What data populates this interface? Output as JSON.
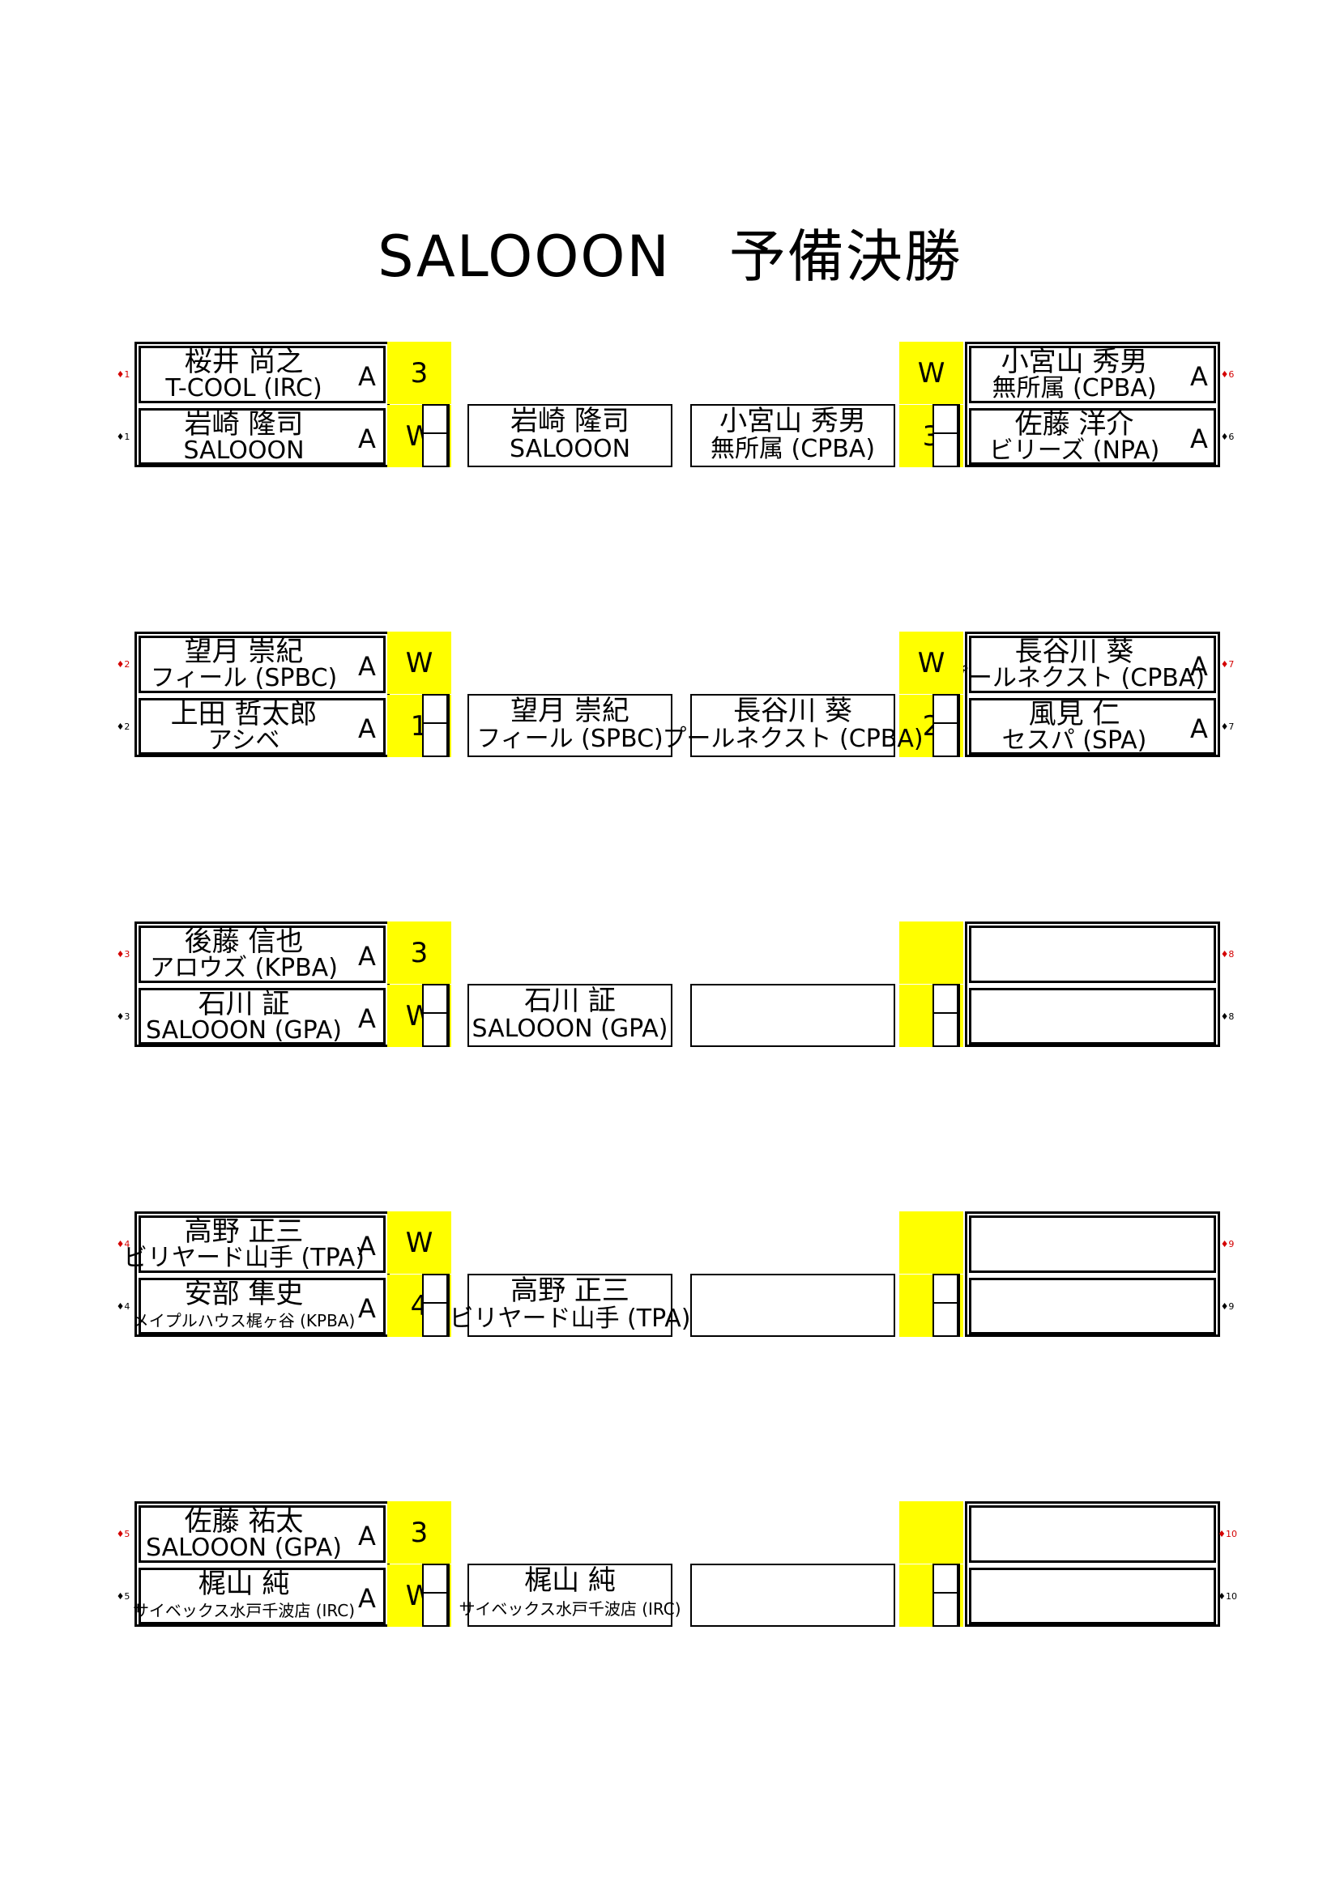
{
  "title": "SALOOON　予備決勝",
  "grade_label": "A",
  "matches": [
    {
      "left": {
        "top": {
          "name": "桜井 尚之",
          "club": "T-COOL (IRC)",
          "score": "3"
        },
        "bottom": {
          "name": "岩崎 隆司",
          "club": "SALOOON",
          "score": "W"
        },
        "winner": {
          "name": "岩崎 隆司",
          "club": "SALOOON"
        },
        "mark_top": "♦1",
        "mark_bottom": "♦1"
      },
      "right": {
        "top": {
          "name": "小宮山 秀男",
          "club": "無所属 (CPBA)",
          "score": "W"
        },
        "bottom": {
          "name": "佐藤 洋介",
          "club": "ビリーズ (NPA)",
          "score": "3"
        },
        "winner": {
          "name": "小宮山 秀男",
          "club": "無所属 (CPBA)"
        },
        "mark_top": "♦6",
        "mark_bottom": "♦6"
      }
    },
    {
      "left": {
        "top": {
          "name": "望月 崇紀",
          "club": "フィール (SPBC)",
          "score": "W"
        },
        "bottom": {
          "name": "上田 哲太郎",
          "club": "アシベ",
          "score": "1"
        },
        "winner": {
          "name": "望月 崇紀",
          "club": "フィール (SPBC)"
        },
        "mark_top": "♦2",
        "mark_bottom": "♦2"
      },
      "right": {
        "top": {
          "name": "長谷川 葵",
          "club": "プールネクスト (CPBA)",
          "score": "W"
        },
        "bottom": {
          "name": "風見 仁",
          "club": "セスパ (SPA)",
          "score": "2"
        },
        "winner": {
          "name": "長谷川 葵",
          "club": "プールネクスト (CPBA)"
        },
        "mark_top": "♦7",
        "mark_bottom": "♦7"
      }
    },
    {
      "left": {
        "top": {
          "name": "後藤 信也",
          "club": "アロウズ (KPBA)",
          "score": "3"
        },
        "bottom": {
          "name": "石川 証",
          "club": "SALOOON (GPA)",
          "score": "W"
        },
        "winner": {
          "name": "石川 証",
          "club": "SALOOON (GPA)"
        },
        "mark_top": "♦3",
        "mark_bottom": "♦3"
      },
      "right": {
        "top": {
          "name": "",
          "club": "",
          "score": ""
        },
        "bottom": {
          "name": "",
          "club": "",
          "score": ""
        },
        "winner": {
          "name": "",
          "club": ""
        },
        "mark_top": "♦8",
        "mark_bottom": "♦8"
      }
    },
    {
      "left": {
        "top": {
          "name": "高野 正三",
          "club": "ビリヤード山手 (TPA)",
          "score": "W"
        },
        "bottom": {
          "name": "安部 隼史",
          "club": "メイプルハウス梶ヶ谷 (KPBA)",
          "score": "4"
        },
        "winner": {
          "name": "高野 正三",
          "club": "ビリヤード山手 (TPA)"
        },
        "mark_top": "♦4",
        "mark_bottom": "♦4"
      },
      "right": {
        "top": {
          "name": "",
          "club": "",
          "score": ""
        },
        "bottom": {
          "name": "",
          "club": "",
          "score": ""
        },
        "winner": {
          "name": "",
          "club": ""
        },
        "mark_top": "♦9",
        "mark_bottom": "♦9"
      }
    },
    {
      "left": {
        "top": {
          "name": "佐藤 祐太",
          "club": "SALOOON (GPA)",
          "score": "3"
        },
        "bottom": {
          "name": "梶山 純",
          "club": "サイベックス水戸千波店 (IRC)",
          "score": "W"
        },
        "winner": {
          "name": "梶山 純",
          "club": "サイベックス水戸千波店 (IRC)"
        },
        "mark_top": "♦5",
        "mark_bottom": "♦5"
      },
      "right": {
        "top": {
          "name": "",
          "club": "",
          "score": ""
        },
        "bottom": {
          "name": "",
          "club": "",
          "score": ""
        },
        "winner": {
          "name": "",
          "club": ""
        },
        "mark_top": "♦10",
        "mark_bottom": "♦10"
      }
    }
  ]
}
